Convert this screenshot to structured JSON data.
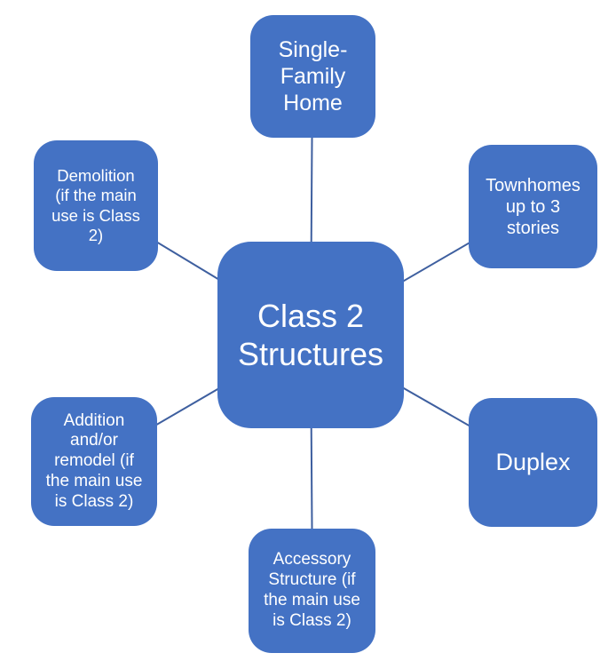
{
  "diagram": {
    "type": "radial",
    "center": {
      "label": "Class 2\nStructures"
    },
    "nodes": [
      {
        "id": "single-family-home",
        "label": "Single-\nFamily\nHome"
      },
      {
        "id": "townhomes",
        "label": "Townhomes\nup to 3\nstories"
      },
      {
        "id": "duplex",
        "label": "Duplex"
      },
      {
        "id": "accessory-structure",
        "label": "Accessory\nStructure (if\nthe main use\nis Class 2)"
      },
      {
        "id": "addition-remodel",
        "label": "Addition\nand/or\nremodel (if\nthe main use\nis Class 2)"
      },
      {
        "id": "demolition",
        "label": "Demolition\n(if the main\nuse is Class\n2)"
      }
    ]
  },
  "colors": {
    "node-fill": "#4472C4",
    "node-text": "#FFFFFF",
    "connector": "#3E5F9F",
    "background": "#FFFFFF"
  }
}
